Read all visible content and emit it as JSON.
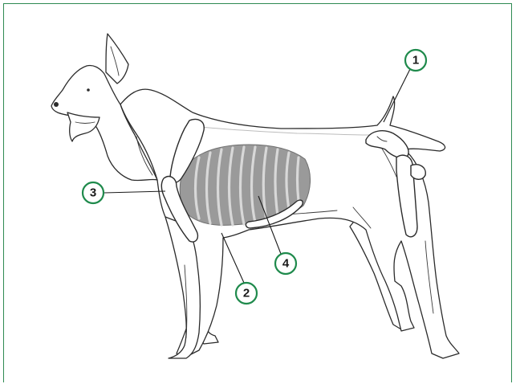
{
  "figure": {
    "frame_color": "#2e8a52",
    "callout_color": "#1f8a4c",
    "subject_icon": "dog-skeleton-illustration",
    "callouts": [
      {
        "label": "1"
      },
      {
        "label": "2"
      },
      {
        "label": "3"
      },
      {
        "label": "4"
      }
    ]
  }
}
